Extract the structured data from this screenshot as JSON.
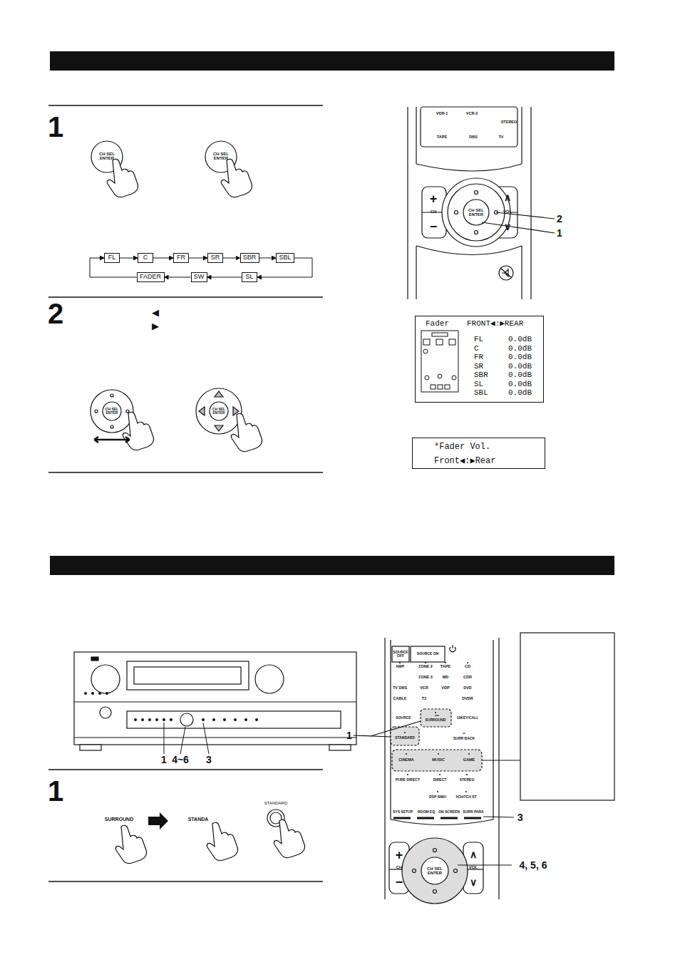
{
  "diagram": {
    "nodes": [
      {
        "text": [
          "FL"
        ]
      },
      {
        "text": [
          "C"
        ]
      },
      {
        "text": [
          "FR"
        ]
      },
      {
        "text": [
          "SR"
        ]
      },
      {
        "text": [
          "SBR"
        ]
      },
      {
        "text": [
          "SBL"
        ]
      },
      {
        "text": [
          "FADER"
        ]
      },
      {
        "text": [
          "SW"
        ]
      },
      {
        "text": [
          "SL"
        ]
      },
      {
        "text": [
          "Fader",
          "FRONT◀:▶REAR",
          "FL",
          "0.0dB",
          "C",
          "0.0dB",
          "FR",
          "0.0dB",
          "SR",
          "0.0dB",
          "SBR",
          "0.0dB",
          "SL",
          "0.0dB",
          "SBL",
          "0.0dB"
        ]
      },
      {
        "text": [
          "*Fader Vol.",
          "Front◀:▶Rear"
        ]
      }
    ],
    "edges": [
      {
        "from": 0,
        "to": 1,
        "arrow": "to"
      },
      {
        "from": 1,
        "to": 2,
        "arrow": "to"
      },
      {
        "from": 2,
        "to": 3,
        "arrow": "to"
      },
      {
        "from": 3,
        "to": 4,
        "arrow": "to"
      },
      {
        "from": 4,
        "to": 5,
        "arrow": "to"
      },
      {
        "from": 5,
        "to": 8,
        "arrow": "to"
      },
      {
        "from": 8,
        "to": 7,
        "arrow": "to"
      },
      {
        "from": 7,
        "to": 6,
        "arrow": "to"
      },
      {
        "from": 6,
        "to": 0,
        "arrow": "to"
      }
    ],
    "labels": [
      "1",
      "CH SEL ENTER",
      "CH SEL ENTER",
      "2",
      "◀",
      "▶",
      "CH SEL ENTER",
      "CH SEL ENTER",
      "VDR-1",
      "VCR-2",
      "STEREO",
      "TAPE",
      "DBS",
      "TV",
      "+",
      "CH",
      "−",
      "VOL",
      "∧",
      "∨",
      "CH SEL ENTER",
      "2",
      "1",
      "1",
      "4~6",
      "3",
      "1",
      "SURROUND",
      "STANDA",
      "STANDARD",
      "SOURCE OFF",
      "SOURCE ON",
      "AMP",
      "ZONE 2",
      "TAPE",
      "CD",
      "ZONE 3",
      "MD",
      "CDR",
      "TV DBS",
      "VCR",
      "VDP",
      "DVD",
      "CABLE",
      "T2",
      "DVDR",
      "SOURCE",
      "SURROUND",
      "10KEY/CALL",
      "STANDARD",
      "SURR BACK",
      "CINEMA",
      "MUSIC",
      "GAME",
      "PURE DIRECT",
      "DIRECT",
      "STEREO",
      "DSP SIMU",
      "5CH/7CH ST",
      "SYS SETUP",
      "ROOM EQ",
      "ON SCREEN",
      "SURR PARA",
      "+",
      "CH",
      "−",
      "∧",
      "VOL",
      "∨",
      "CH SEL ENTER",
      "1",
      "3",
      "4, 5, 6"
    ]
  }
}
